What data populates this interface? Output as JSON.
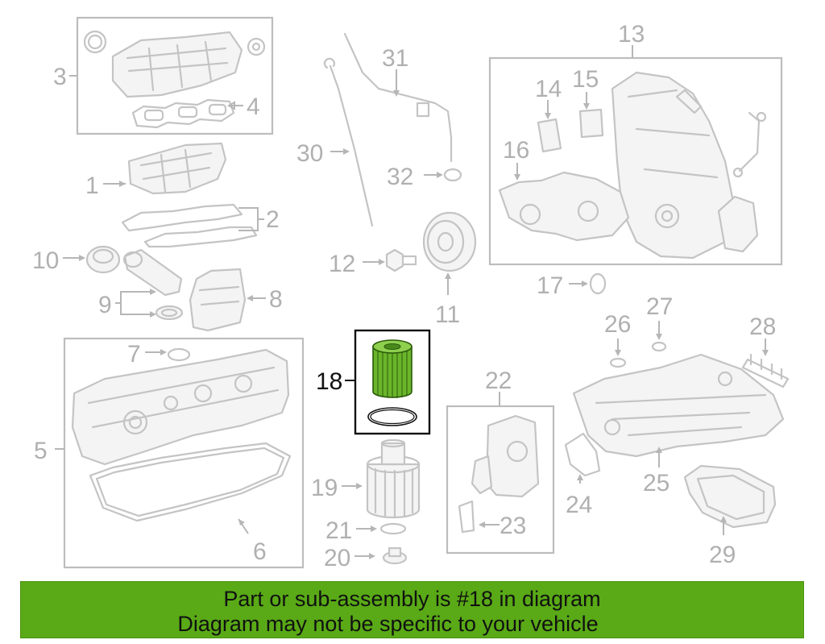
{
  "diagram": {
    "highlighted_part": "18",
    "accent_color": "#59aa16",
    "filter_color": "#6ab52a",
    "part_labels": {
      "p1": "1",
      "p2": "2",
      "p3": "3",
      "p4": "4",
      "p5": "5",
      "p6": "6",
      "p7": "7",
      "p8": "8",
      "p9": "9",
      "p10": "10",
      "p11": "11",
      "p12": "12",
      "p13": "13",
      "p14": "14",
      "p15": "15",
      "p16": "16",
      "p17": "17",
      "p18": "18",
      "p19": "19",
      "p20": "20",
      "p21": "21",
      "p22": "22",
      "p23": "23",
      "p24": "24",
      "p25": "25",
      "p26": "26",
      "p27": "27",
      "p28": "28",
      "p29": "29",
      "p30": "30",
      "p31": "31",
      "p32": "32"
    }
  },
  "banner": {
    "line1": "Part or sub-assembly is #18 in diagram",
    "line2": "Diagram may not be specific to your vehicle"
  }
}
